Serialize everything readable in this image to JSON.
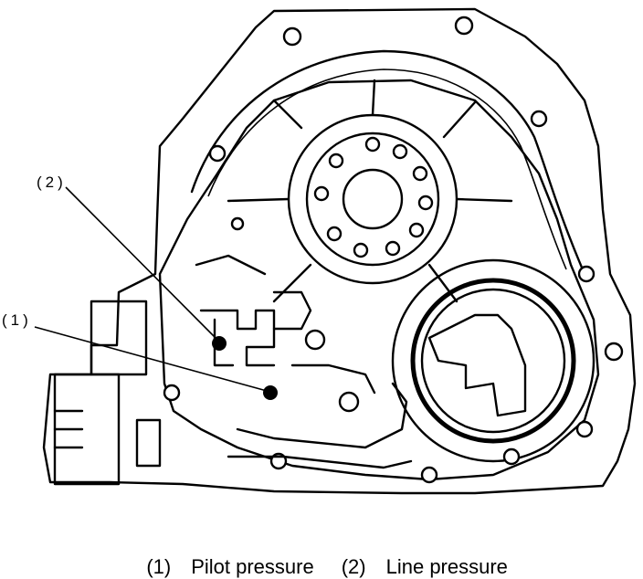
{
  "callouts": [
    {
      "id": "1",
      "label": "(1)"
    },
    {
      "id": "2",
      "label": "(2)"
    }
  ],
  "caption": {
    "items": [
      {
        "number": "(1)",
        "text": "Pilot pressure"
      },
      {
        "number": "(2)",
        "text": "Line pressure"
      }
    ]
  }
}
